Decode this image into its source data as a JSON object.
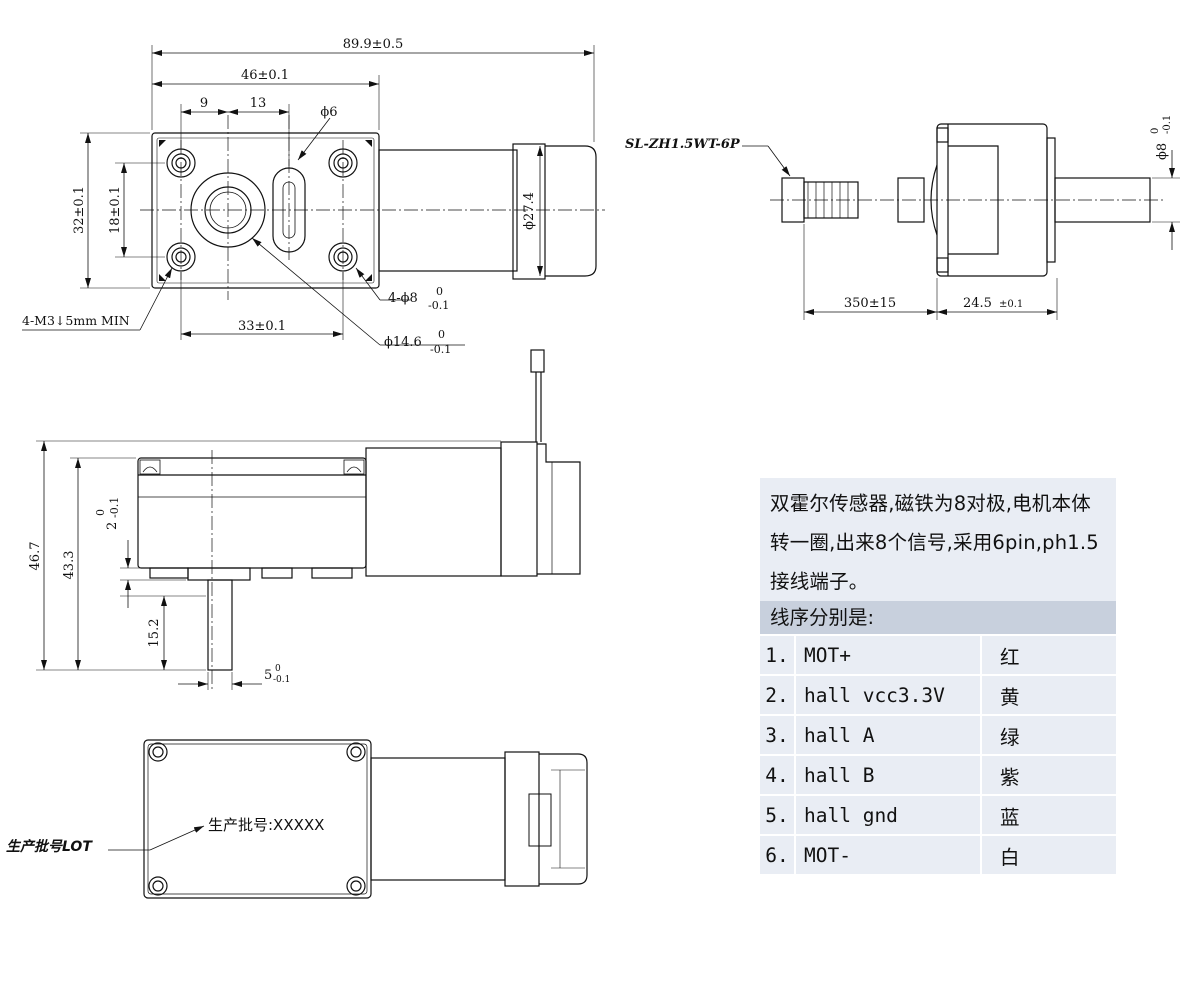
{
  "top_view": {
    "dim_total_length": "89.9±0.5",
    "dim_gearbox_length": "46±0.1",
    "dim_9": "9",
    "dim_13": "13",
    "dim_slot": "ϕ6",
    "dim_height_32": "32±0.1",
    "dim_height_18": "18±0.1",
    "dim_motor_dia": "ϕ27.4",
    "dim_holes_main": "4-ϕ8",
    "dim_holes_tol_upper": "0",
    "dim_holes_tol_lower": "-0.1",
    "dim_hub_main": "ϕ14.6",
    "dim_hub_tol_upper": "0",
    "dim_hub_tol_lower": "-0.1",
    "dim_33": "33±0.1",
    "label_screw": "4-M3↓5mm MIN"
  },
  "right_view": {
    "connector_label": "SL-ZH1.5WT-6P",
    "dim_cable": "350±15",
    "dim_length_main": "24.5",
    "dim_length_tol": "±0.1",
    "dim_shaft_main": "ϕ8",
    "dim_shaft_tol_upper": "0",
    "dim_shaft_tol_lower": "-0.1"
  },
  "side_view": {
    "dim_46_7": "46.7",
    "dim_43_3": "43.3",
    "dim_2_main": "2",
    "dim_2_tol_upper": "0",
    "dim_2_tol_lower": "-0.1",
    "dim_15_2": "15.2",
    "dim_5_main": "5",
    "dim_5_tol_upper": "0",
    "dim_5_tol_lower": "-0.1"
  },
  "bottom_view": {
    "lot_label": "生产批号LOT",
    "lot_text": "生产批号:XXXXX"
  },
  "info": {
    "description": "双霍尔传感器,磁铁为8对极,电机本体转一圈,出来8个信号,采用6pin,ph1.5接线端子。",
    "wiring_title": "线序分别是:",
    "wires": [
      {
        "no": "1.",
        "signal": "MOT+",
        "color": "红"
      },
      {
        "no": "2.",
        "signal": "hall vcc3.3V",
        "color": "黄"
      },
      {
        "no": "3.",
        "signal": "hall A",
        "color": "绿"
      },
      {
        "no": "4.",
        "signal": "hall B",
        "color": "紫"
      },
      {
        "no": "5.",
        "signal": "hall gnd",
        "color": "蓝"
      },
      {
        "no": "6.",
        "signal": "MOT-",
        "color": "白"
      }
    ]
  }
}
